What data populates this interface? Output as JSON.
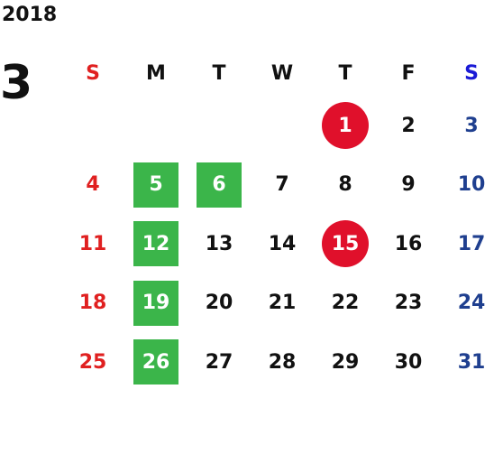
{
  "calendar": {
    "year": "2018",
    "month": "3",
    "weekdays": [
      "S",
      "M",
      "T",
      "W",
      "T",
      "F",
      "S"
    ],
    "weekday_colors": [
      "#e02020",
      "#111111",
      "#111111",
      "#111111",
      "#111111",
      "#111111",
      "#1a1ad6"
    ],
    "date_colors": [
      "#e02020",
      "#111111",
      "#111111",
      "#111111",
      "#111111",
      "#111111",
      "#1f3f8f"
    ],
    "highlight_colors": {
      "green": "#3bb54a",
      "red": "#e0102b",
      "on_highlight_text": "#ffffff"
    },
    "weeks": [
      [
        null,
        null,
        null,
        null,
        {
          "day": "1",
          "highlight": "red"
        },
        {
          "day": "2"
        },
        {
          "day": "3"
        }
      ],
      [
        {
          "day": "4"
        },
        {
          "day": "5",
          "highlight": "green"
        },
        {
          "day": "6",
          "highlight": "green"
        },
        {
          "day": "7"
        },
        {
          "day": "8"
        },
        {
          "day": "9"
        },
        {
          "day": "10"
        }
      ],
      [
        {
          "day": "11"
        },
        {
          "day": "12",
          "highlight": "green"
        },
        {
          "day": "13"
        },
        {
          "day": "14"
        },
        {
          "day": "15",
          "highlight": "red"
        },
        {
          "day": "16"
        },
        {
          "day": "17"
        }
      ],
      [
        {
          "day": "18"
        },
        {
          "day": "19",
          "highlight": "green"
        },
        {
          "day": "20"
        },
        {
          "day": "21"
        },
        {
          "day": "22"
        },
        {
          "day": "23"
        },
        {
          "day": "24"
        }
      ],
      [
        {
          "day": "25"
        },
        {
          "day": "26",
          "highlight": "green"
        },
        {
          "day": "27"
        },
        {
          "day": "28"
        },
        {
          "day": "29"
        },
        {
          "day": "30"
        },
        {
          "day": "31"
        }
      ]
    ]
  }
}
